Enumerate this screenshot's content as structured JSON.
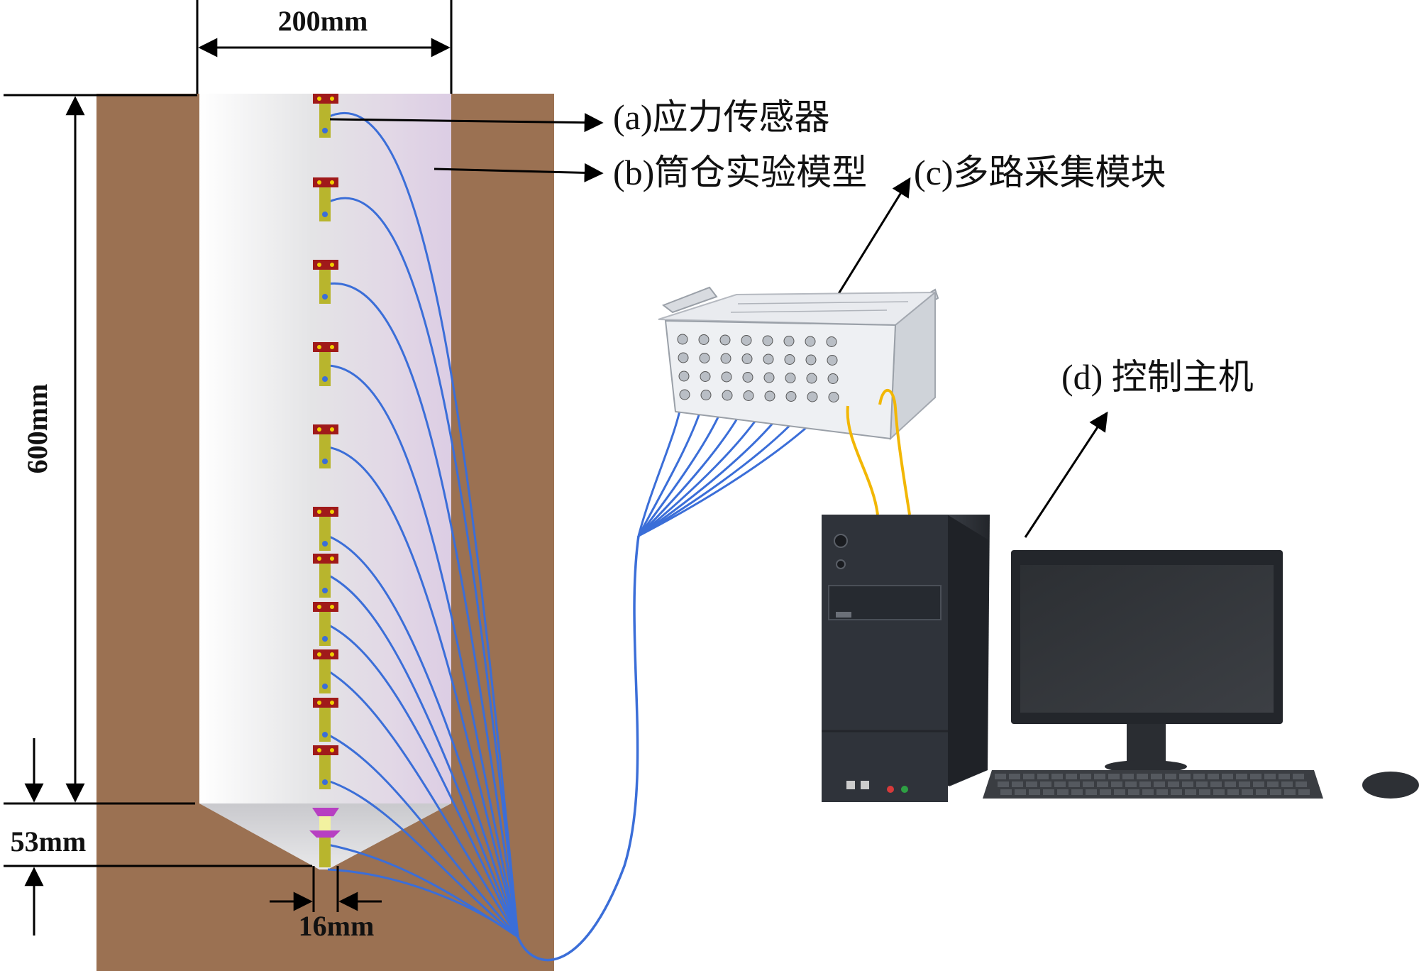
{
  "dimensions": {
    "width_label": "200mm",
    "height_label": "600mm",
    "cone_label": "53mm",
    "outlet_label": "16mm"
  },
  "labels": {
    "sensor": "(a)应力传感器",
    "silo_model": "(b)筒仓实验模型",
    "acquisition": "(c)多路采集模块",
    "host": "(d) 控制主机"
  },
  "colors": {
    "soil": "#9b7152",
    "cable": "#3b6ed8",
    "usb_cable": "#f2b705",
    "sensor_body": "#b8b52d",
    "sensor_head": "#a01a1a",
    "tower": "#2b2f35",
    "monitor": "#22252a"
  },
  "icons": [
    "stress-sensor-icon",
    "acquisition-module-icon",
    "computer-tower-icon",
    "monitor-icon",
    "keyboard-icon",
    "mouse-icon"
  ]
}
